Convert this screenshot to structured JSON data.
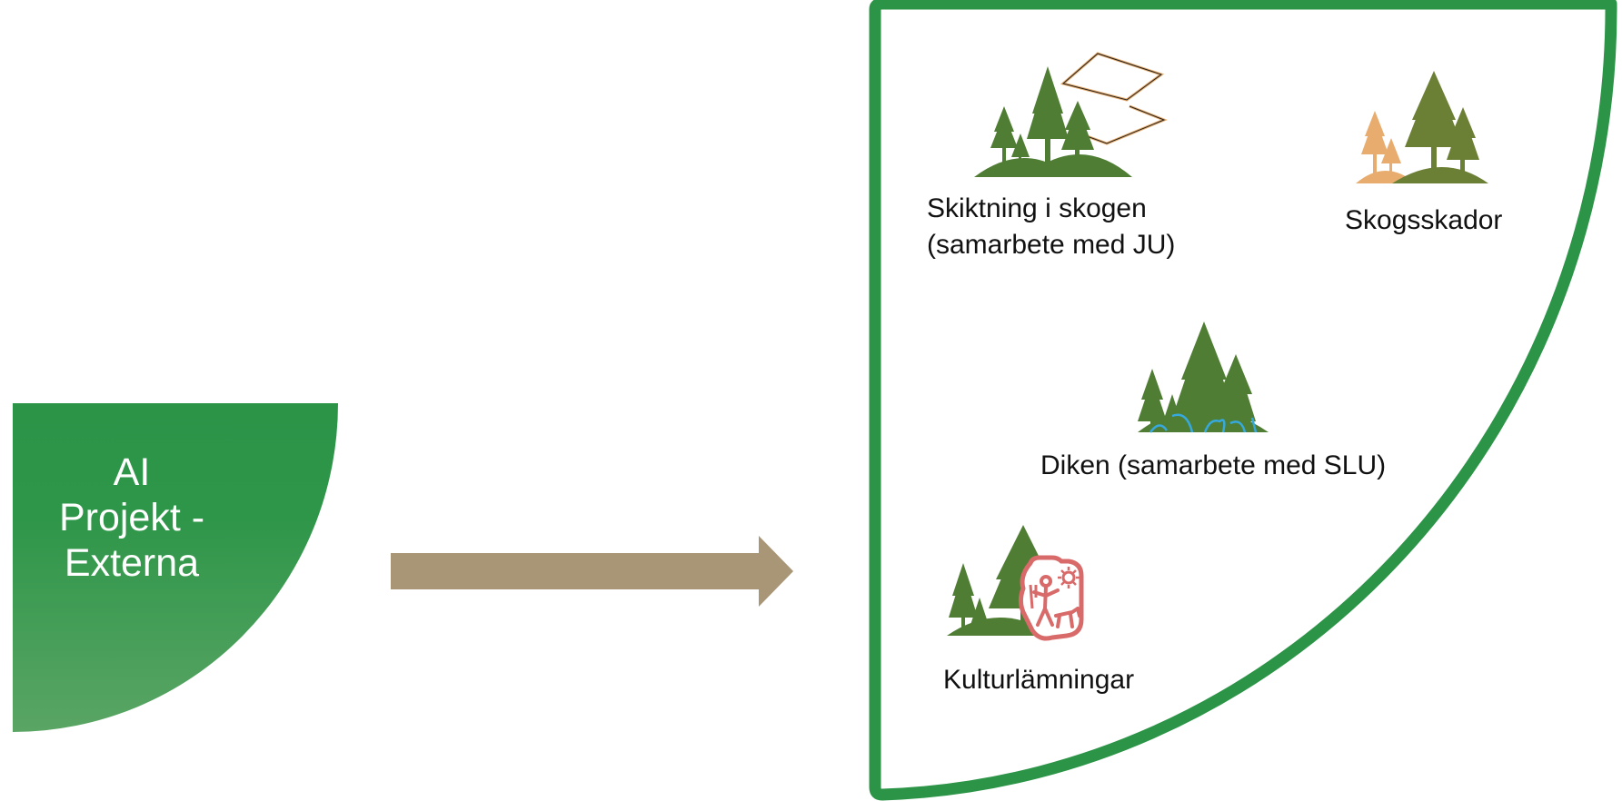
{
  "title": {
    "lines": [
      "AI",
      "Projekt -",
      "Externa"
    ]
  },
  "colors": {
    "brand_green": "#2b9447",
    "tree_green": "#4f7d33",
    "tree_olive": "#6b7f35",
    "tan_tree": "#e8ad6e",
    "arrow": "#a89677",
    "ditch_blue": "#37a9df",
    "heritage_red": "#d96a6a"
  },
  "items": [
    {
      "label_lines": [
        "Skiktning i skogen",
        "(samarbete med JU)"
      ],
      "icon": "forest-layers-icon"
    },
    {
      "label_lines": [
        "Skogsskador"
      ],
      "icon": "forest-damage-icon"
    },
    {
      "label_lines": [
        "Diken (samarbete med SLU)"
      ],
      "icon": "forest-ditch-icon"
    },
    {
      "label_lines": [
        "Kulturlämningar"
      ],
      "icon": "cultural-heritage-icon"
    }
  ]
}
